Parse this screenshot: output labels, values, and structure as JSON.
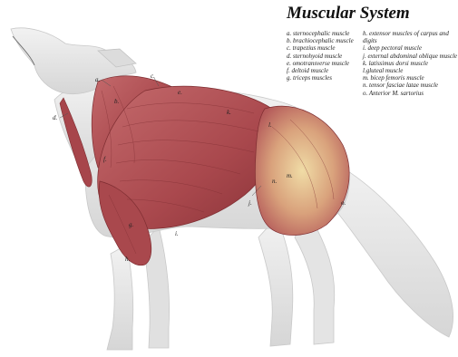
{
  "title": "Muscular System",
  "legend_left": [
    "a. sternocephalic muscle",
    "b. brachiocephalic muscle",
    "c. trapezius muscle",
    "d. sternohyoid muscle",
    "e. omotransverse muscle",
    "f. deltoid muscle",
    "g. triceps muscles"
  ],
  "legend_right": [
    "h. extensor muscles of carpus and",
    "digits",
    "i. deep pectoral  muscle",
    "j. external abdominal oblique muscle",
    "k. latissimus dorsi muscle",
    "l.gluteal muscle",
    "m. bicep femoris muscle",
    "n. tensor fasciae latae muscle",
    "o. Anterior M. sartorius"
  ],
  "labels": {
    "a": "a.",
    "b": "b.",
    "c": "c.",
    "d": "d.",
    "e": "e.",
    "f": "f.",
    "g": "g.",
    "h": "h.",
    "i": "i.",
    "j": "j.",
    "k": "k.",
    "l": "l.",
    "m": "m.",
    "n": "n.",
    "o": "o."
  },
  "colors": {
    "background": "#ffffff",
    "fur": "#e8e8e8",
    "muscle": "#b5565a",
    "muscle_dark": "#7e2d31",
    "tendon": "#e8d29a"
  }
}
